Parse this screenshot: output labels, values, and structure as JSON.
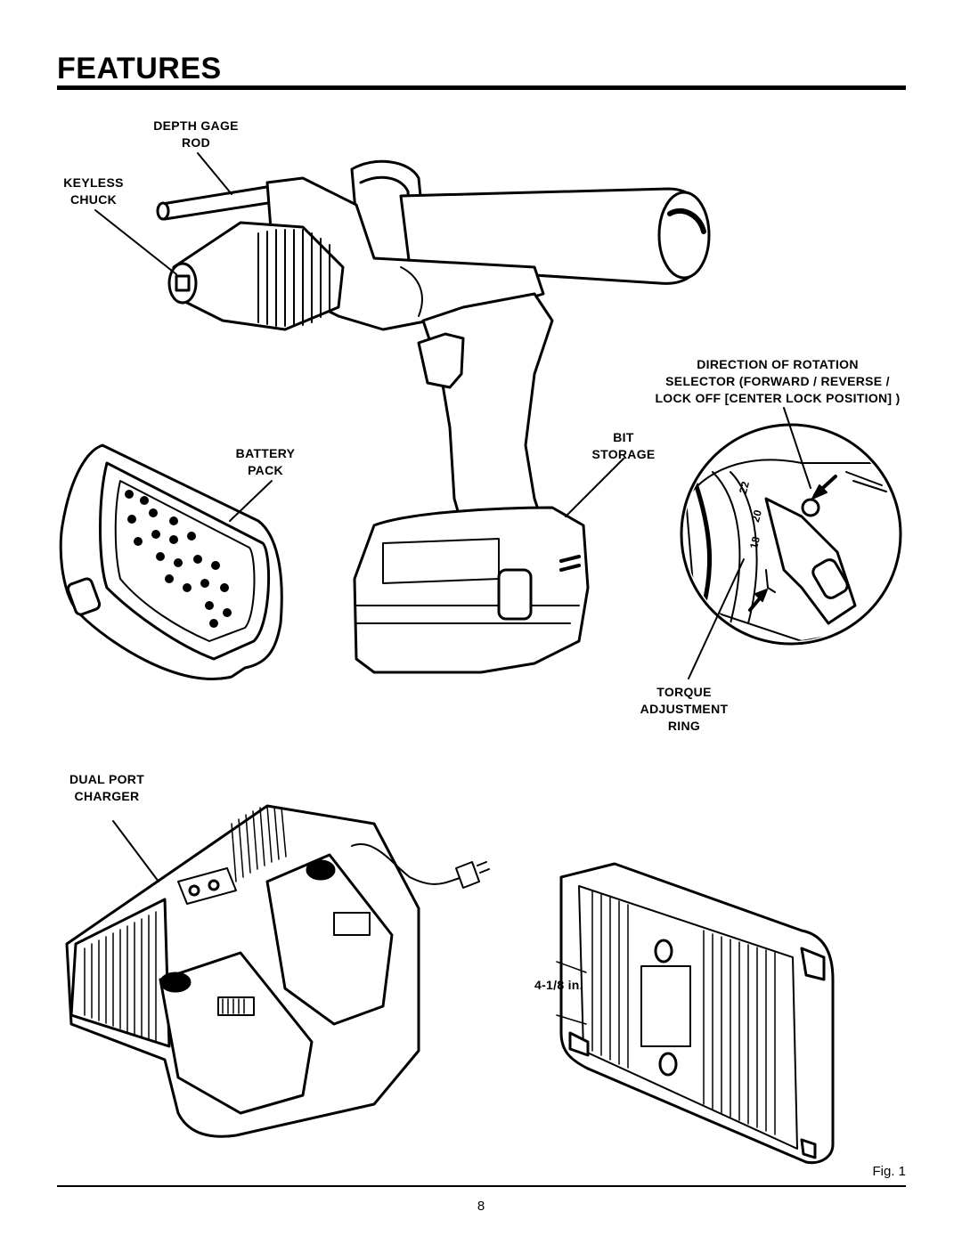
{
  "page": {
    "title": "FEATURES",
    "fig_label": "Fig. 1",
    "page_number": "8"
  },
  "callouts": {
    "depth_gage_rod": [
      "DEPTH GAGE",
      "ROD"
    ],
    "keyless_chuck": [
      "KEYLESS",
      "CHUCK"
    ],
    "battery_pack": [
      "BATTERY",
      "PACK"
    ],
    "bit_storage": [
      "BIT",
      "STORAGE"
    ],
    "direction_selector": [
      "DIRECTION OF ROTATION",
      "SELECTOR (FORWARD / REVERSE /",
      "LOCK OFF [CENTER LOCK POSITION] )"
    ],
    "torque_ring": [
      "TORQUE",
      "ADJUSTMENT",
      "RING"
    ],
    "dual_port_charger": [
      "DUAL PORT",
      "CHARGER"
    ],
    "mount_spacing": "4-1/8 in."
  },
  "torque_scale": [
    "18",
    "20",
    "22"
  ]
}
